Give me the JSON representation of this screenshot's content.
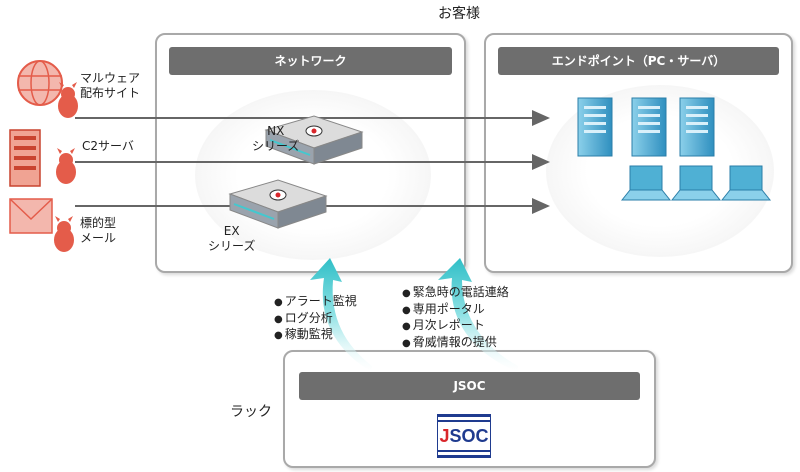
{
  "customer_label": "お客様",
  "network_panel": {
    "title": "ネットワーク"
  },
  "endpoint_panel": {
    "title": "エンドポイント（PC・サーバ）"
  },
  "threats": [
    {
      "label_line1": "マルウェア",
      "label_line2": "配布サイト",
      "icon": "malware-globe-icon"
    },
    {
      "label_line1": "C2サーバ",
      "label_line2": "",
      "icon": "c2-server-icon"
    },
    {
      "label_line1": "標的型",
      "label_line2": "メール",
      "icon": "targeted-mail-icon"
    }
  ],
  "appliances": [
    {
      "label_line1": "NX",
      "label_line2": "シリーズ"
    },
    {
      "label_line1": "EX",
      "label_line2": "シリーズ"
    }
  ],
  "rack": {
    "label": "ラック",
    "bar_title": "JSOC",
    "logo_text": "JSOC",
    "logo_first_letter": "J",
    "logo_rest": "SOC"
  },
  "services_left": [
    "アラート監視",
    "ログ分析",
    "稼動監視"
  ],
  "services_right": [
    "緊急時の電話連絡",
    "専用ポータル",
    "月次レポート",
    "脅威情報の提供"
  ],
  "colors": {
    "threat_red": "#e45c4a",
    "arrow_gray": "#666666",
    "teal_arrow": "#43c8cf",
    "server_blue": "#4fb0d4",
    "logo_red": "#d9262b",
    "logo_navy": "#1f3b8f"
  }
}
